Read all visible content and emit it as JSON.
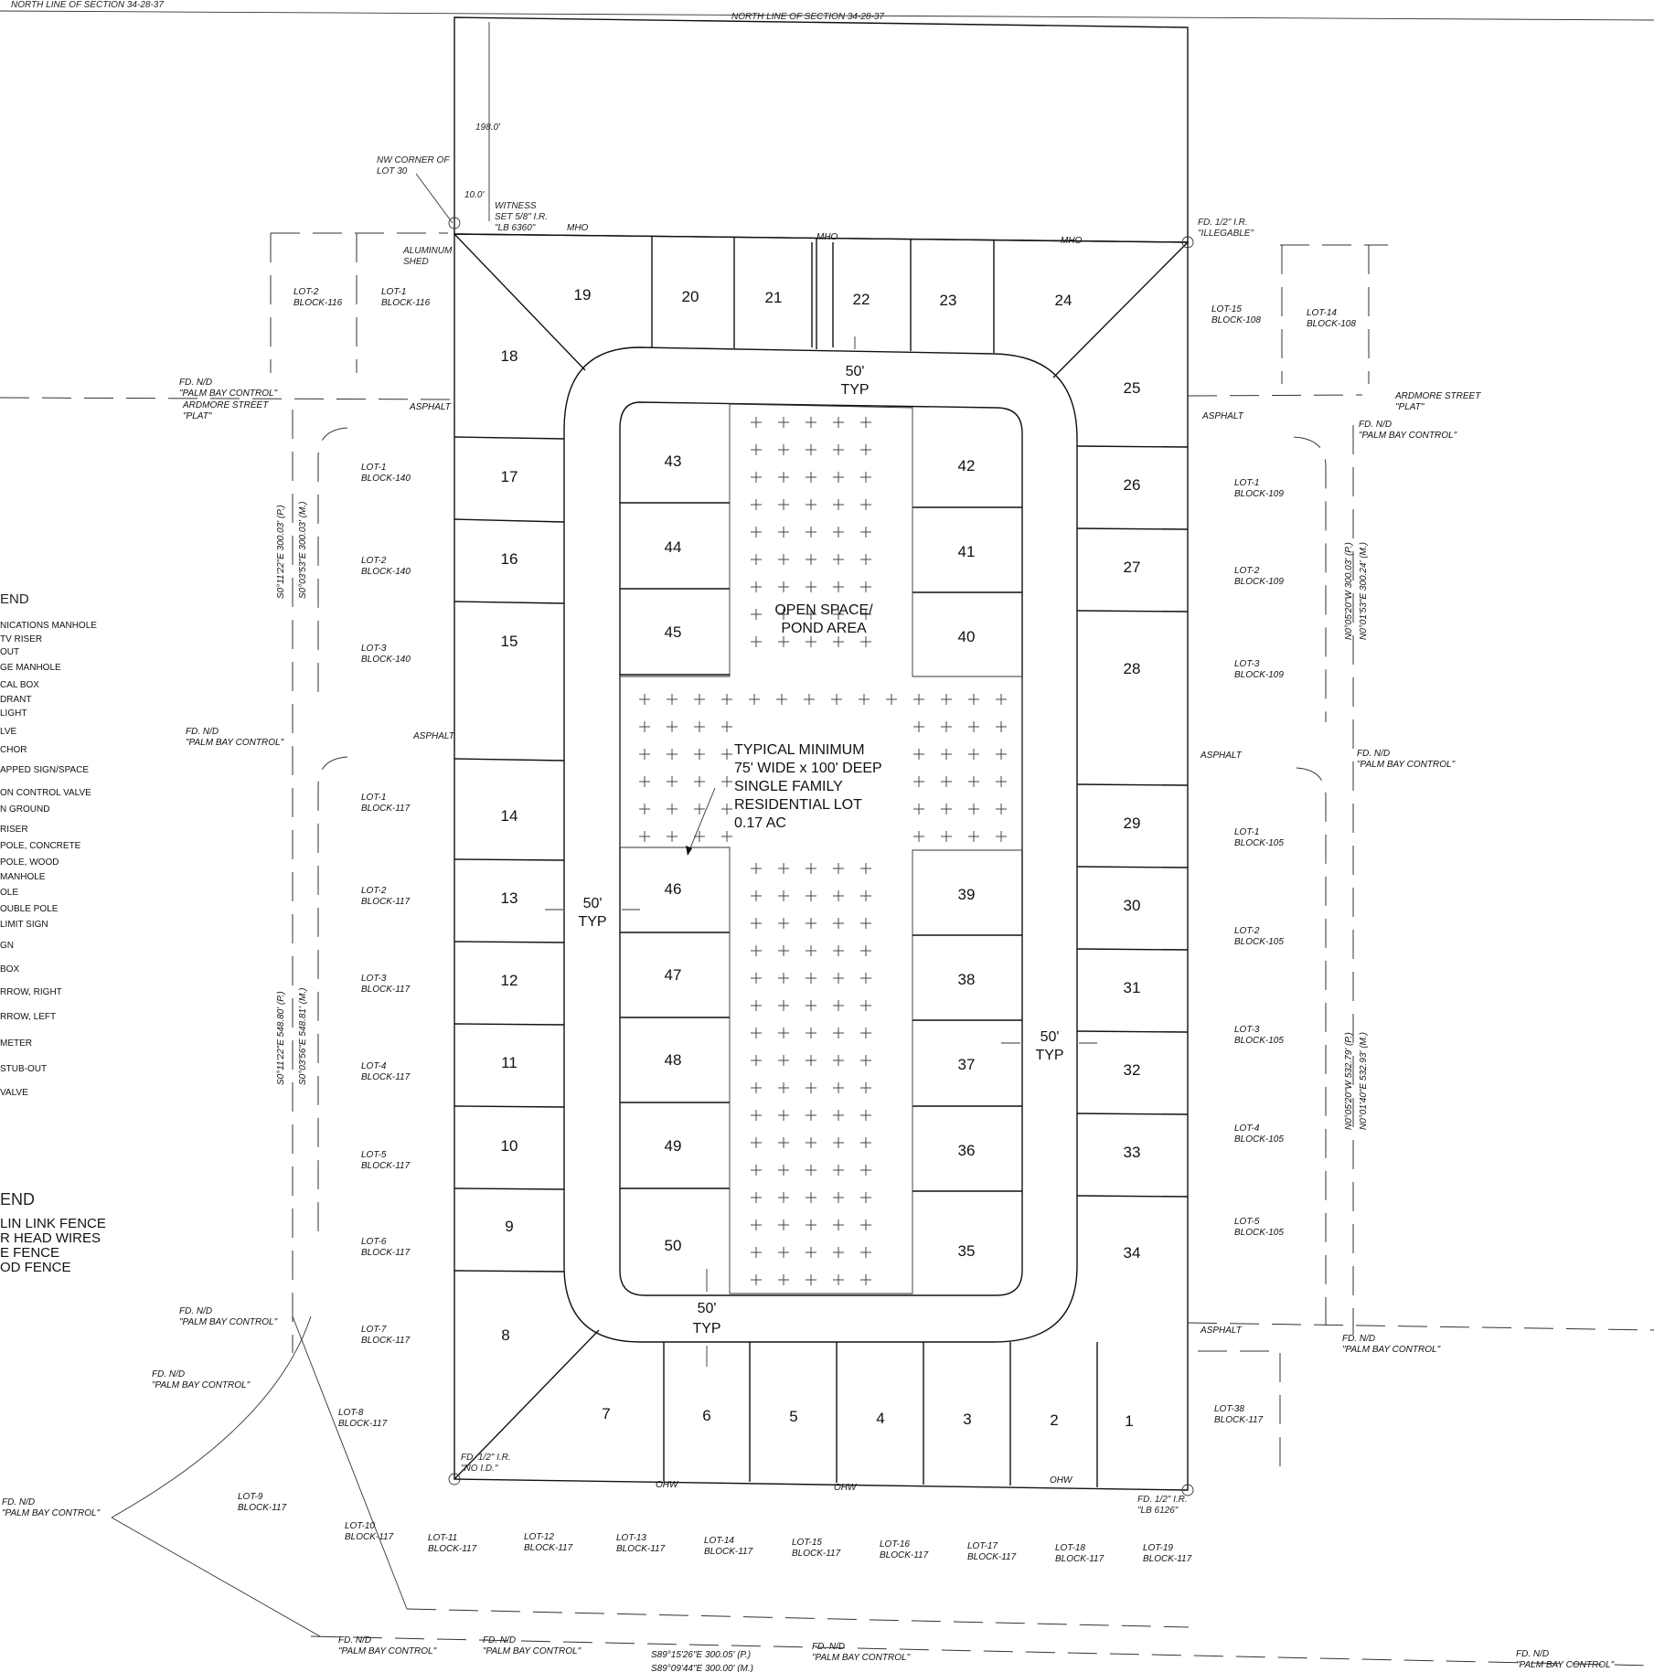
{
  "section_lines": [
    "NORTH LINE OF SECTION 34-28-37",
    "NORTH LINE OF SECTION 34-28-37"
  ],
  "lots": [
    "1",
    "2",
    "3",
    "4",
    "5",
    "6",
    "7",
    "8",
    "9",
    "10",
    "11",
    "12",
    "13",
    "14",
    "15",
    "16",
    "17",
    "18",
    "19",
    "20",
    "21",
    "22",
    "23",
    "24",
    "25",
    "26",
    "27",
    "28",
    "29",
    "30",
    "31",
    "32",
    "33",
    "34",
    "35",
    "36",
    "37",
    "38",
    "39",
    "40",
    "41",
    "42",
    "43",
    "44",
    "45",
    "46",
    "47",
    "48",
    "49",
    "50"
  ],
  "open_space": [
    "OPEN SPACE/",
    "POND AREA"
  ],
  "typical_lot": [
    "TYPICAL MINIMUM",
    "75' WIDE x 100' DEEP",
    "SINGLE FAMILY",
    "RESIDENTIAL LOT",
    "0.17 AC"
  ],
  "row_width": {
    "value": "50'",
    "label": "TYP"
  },
  "dimensions": {
    "north_offset": "198.0'",
    "corner_offset": "10.0'"
  },
  "corner_notes": {
    "nw_corner": [
      "NW CORNER OF",
      "LOT 30"
    ],
    "witness": [
      "WITNESS",
      "SET 5/8\" I.R.",
      "\"LB 6360\""
    ],
    "ne_corner": [
      "FD. 1/2\" I.R.",
      "\"ILLEGABLE\""
    ],
    "sw_corner": [
      "FD. 1/2\" I.R.",
      "\"NO I.D.\""
    ],
    "se_corner": [
      "FD. 1/2\" I.R.",
      "\"LB 6126\""
    ],
    "shed": [
      "ALUMINUM",
      "SHED"
    ]
  },
  "utility_tags": {
    "mho": "MHO",
    "ohw": "OHW",
    "asphalt": "ASPHALT"
  },
  "streets": {
    "ardmore": [
      "ARDMORE STREET",
      "\"PLAT\""
    ]
  },
  "control": [
    "FD. N/D",
    "\"PALM BAY CONTROL\""
  ],
  "bearings": {
    "west_top": [
      "S0°11'22\"E   300.03' (P.)",
      "S0°03'53\"E   300.03' (M.)"
    ],
    "west_bottom": [
      "S0°11'22\"E   548.80' (P.)",
      "S0°03'56\"E   548.81' (M.)"
    ],
    "east_top": [
      "N0°05'20\"W   300.03' (P.)",
      "N0°01'53\"E   300.24' (M.)"
    ],
    "east_bottom": [
      "N0°05'20\"W   532.79' (P.)",
      "N0°01'40\"E   532.93' (M.)"
    ],
    "south": [
      "S89°15'26\"E   300.05' (P.)",
      "S89°09'44\"E   300.00' (M.)"
    ]
  },
  "adjacent_lots": {
    "nw": [
      [
        "LOT-2",
        "BLOCK-116"
      ],
      [
        "LOT-1",
        "BLOCK-116"
      ]
    ],
    "ne": [
      [
        "LOT-15",
        "BLOCK-108"
      ],
      [
        "LOT-14",
        "BLOCK-108"
      ]
    ],
    "w140": [
      [
        "LOT-1",
        "BLOCK-140"
      ],
      [
        "LOT-2",
        "BLOCK-140"
      ],
      [
        "LOT-3",
        "BLOCK-140"
      ]
    ],
    "w117": [
      [
        "LOT-1",
        "BLOCK-117"
      ],
      [
        "LOT-2",
        "BLOCK-117"
      ],
      [
        "LOT-3",
        "BLOCK-117"
      ],
      [
        "LOT-4",
        "BLOCK-117"
      ],
      [
        "LOT-5",
        "BLOCK-117"
      ],
      [
        "LOT-6",
        "BLOCK-117"
      ],
      [
        "LOT-7",
        "BLOCK-117"
      ],
      [
        "LOT-8",
        "BLOCK-117"
      ],
      [
        "LOT-9",
        "BLOCK-117"
      ]
    ],
    "e109": [
      [
        "LOT-1",
        "BLOCK-109"
      ],
      [
        "LOT-2",
        "BLOCK-109"
      ],
      [
        "LOT-3",
        "BLOCK-109"
      ]
    ],
    "e105": [
      [
        "LOT-1",
        "BLOCK-105"
      ],
      [
        "LOT-2",
        "BLOCK-105"
      ],
      [
        "LOT-3",
        "BLOCK-105"
      ],
      [
        "LOT-4",
        "BLOCK-105"
      ],
      [
        "LOT-5",
        "BLOCK-105"
      ]
    ],
    "se": [
      [
        "LOT-38",
        "BLOCK-117"
      ]
    ],
    "s117": [
      [
        "LOT-10",
        "BLOCK-117"
      ],
      [
        "LOT-11",
        "BLOCK-117"
      ],
      [
        "LOT-12",
        "BLOCK-117"
      ],
      [
        "LOT-13",
        "BLOCK-117"
      ],
      [
        "LOT-14",
        "BLOCK-117"
      ],
      [
        "LOT-15",
        "BLOCK-117"
      ],
      [
        "LOT-16",
        "BLOCK-117"
      ],
      [
        "LOT-17",
        "BLOCK-117"
      ],
      [
        "LOT-18",
        "BLOCK-117"
      ],
      [
        "LOT-19",
        "BLOCK-117"
      ]
    ]
  },
  "legend_symbols": {
    "title": "END",
    "items": [
      "NICATIONS MANHOLE",
      "TV RISER",
      "OUT",
      "GE MANHOLE",
      "CAL BOX",
      "DRANT",
      "LIGHT",
      "LVE",
      "CHOR",
      "APPED SIGN/SPACE",
      "ON CONTROL VALVE",
      "N GROUND",
      "RISER",
      "POLE, CONCRETE",
      "POLE, WOOD",
      "MANHOLE",
      "OLE",
      "OUBLE POLE",
      "LIMIT SIGN",
      "GN",
      "BOX",
      "RROW, RIGHT",
      "RROW, LEFT",
      "METER",
      "STUB-OUT",
      "VALVE"
    ]
  },
  "legend_lines": {
    "title": "END",
    "items": [
      "LIN LINK FENCE",
      "R HEAD WIRES",
      "E FENCE",
      "OD FENCE"
    ]
  }
}
